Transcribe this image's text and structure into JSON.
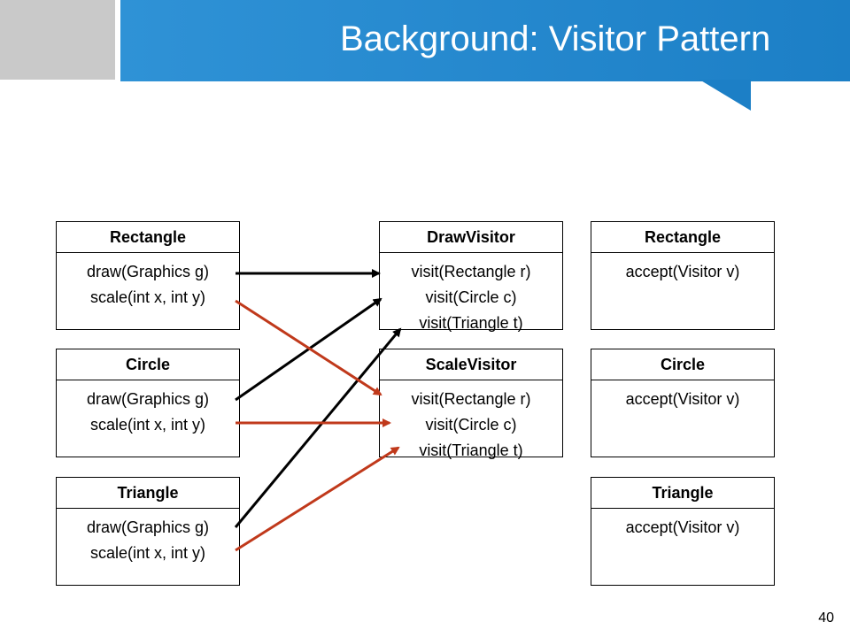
{
  "slide": {
    "title": "Background: Visitor Pattern",
    "page_number": "40"
  },
  "colors": {
    "header_blue": "#1f86cc",
    "header_gray": "#c9c9c9",
    "draw_arrow": "#000000",
    "scale_arrow": "#c0391b"
  },
  "left_classes": [
    {
      "name": "Rectangle",
      "methods": [
        "draw(Graphics g)",
        "scale(int x, int y)"
      ]
    },
    {
      "name": "Circle",
      "methods": [
        "draw(Graphics g)",
        "scale(int x, int y)"
      ]
    },
    {
      "name": "Triangle",
      "methods": [
        "draw(Graphics g)",
        "scale(int x, int y)"
      ]
    }
  ],
  "visitors": [
    {
      "name": "DrawVisitor",
      "methods": [
        "visit(Rectangle r)",
        "visit(Circle c)",
        "visit(Triangle t)"
      ]
    },
    {
      "name": "ScaleVisitor",
      "methods": [
        "visit(Rectangle r)",
        "visit(Circle c)",
        "visit(Triangle t)"
      ]
    }
  ],
  "right_classes": [
    {
      "name": "Rectangle",
      "methods": [
        "accept(Visitor v)"
      ]
    },
    {
      "name": "Circle",
      "methods": [
        "accept(Visitor v)"
      ]
    },
    {
      "name": "Triangle",
      "methods": [
        "accept(Visitor v)"
      ]
    }
  ]
}
